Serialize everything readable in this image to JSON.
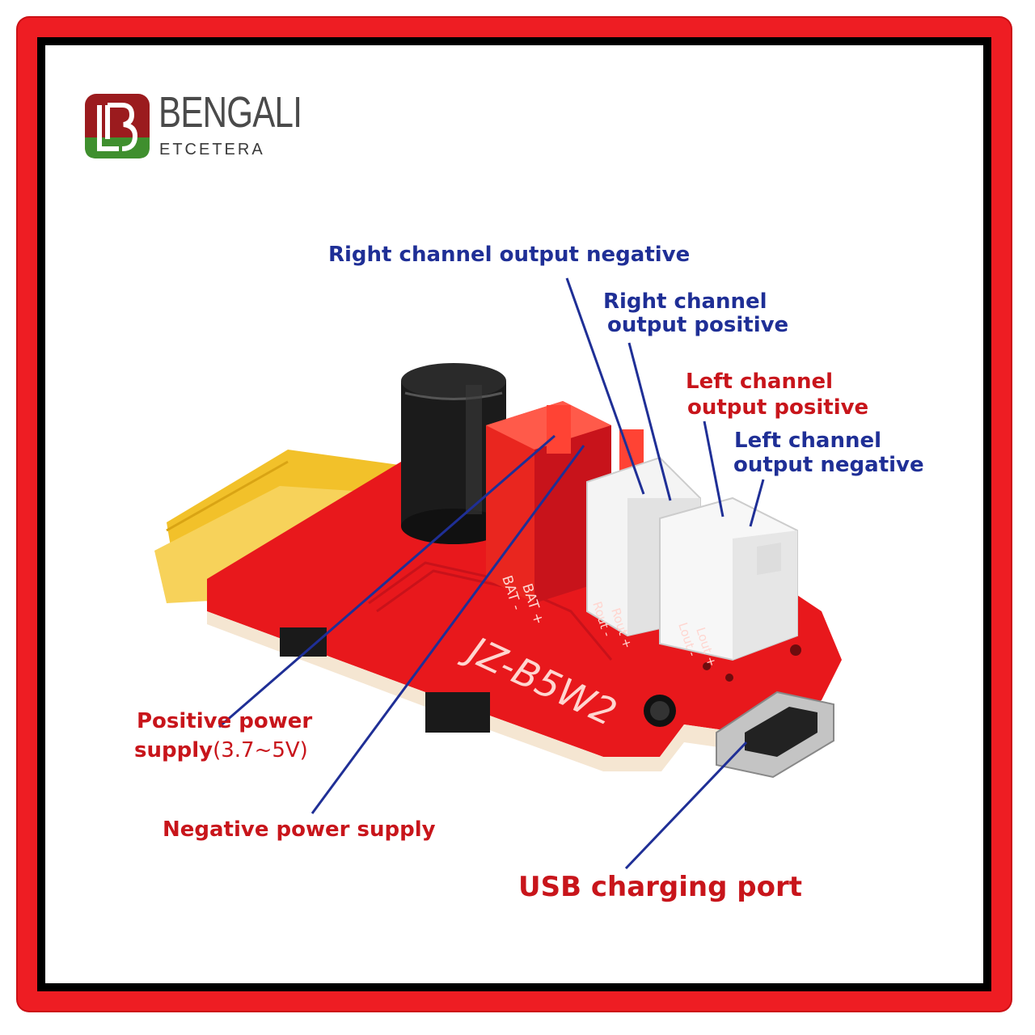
{
  "brand": {
    "name": "BENGALI",
    "tagline": "ETCETERA",
    "colors": {
      "top": "#9b1b1e",
      "bottom": "#3f8f2e",
      "letter": "#ffffff"
    }
  },
  "board": {
    "model_text": "JZ-B5W2",
    "pin_labels": [
      "BAT -",
      "BAT +",
      "Rout -",
      "Rout +",
      "Lout -",
      "Lout +"
    ],
    "colors": {
      "pcb": "#e8181c",
      "connector_red": "#e9261f",
      "connector_white": "#f4f4f4",
      "antenna": "#f2c12a"
    }
  },
  "labels": {
    "right_neg": "Right channel output negative",
    "right_pos_1": "Right channel",
    "right_pos_2": "output positive",
    "left_pos_1": "Left channel",
    "left_pos_2": "output positive",
    "left_neg_1": "Left channel",
    "left_neg_2": "output negative",
    "pos_power_1": "Positive power",
    "pos_power_2": "supply",
    "pos_power_range": "(3.7~5V)",
    "neg_power": "Negative power supply",
    "usb": "USB charging port"
  },
  "colors": {
    "frame": "#ee1d23",
    "label_blue": "#1f2f96",
    "label_red": "#c8151b",
    "leader_line": "#1f2f96"
  }
}
